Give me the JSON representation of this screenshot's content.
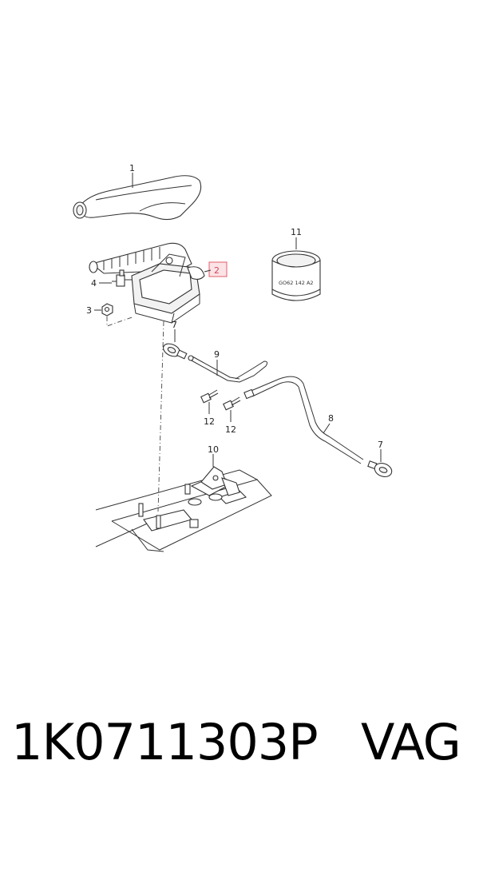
{
  "callouts": {
    "p1": "1",
    "p2": "2",
    "p3": "3",
    "p4": "4",
    "p7a": "7",
    "p7b": "7",
    "p8": "8",
    "p9": "9",
    "p10": "10",
    "p11": "11",
    "p12a": "12",
    "p12b": "12"
  },
  "ring_stamp": "GO62 142 A2",
  "highlight_color": "#e35d6a",
  "caption": {
    "part_number": "1K0711303P",
    "brand": "VAG"
  }
}
